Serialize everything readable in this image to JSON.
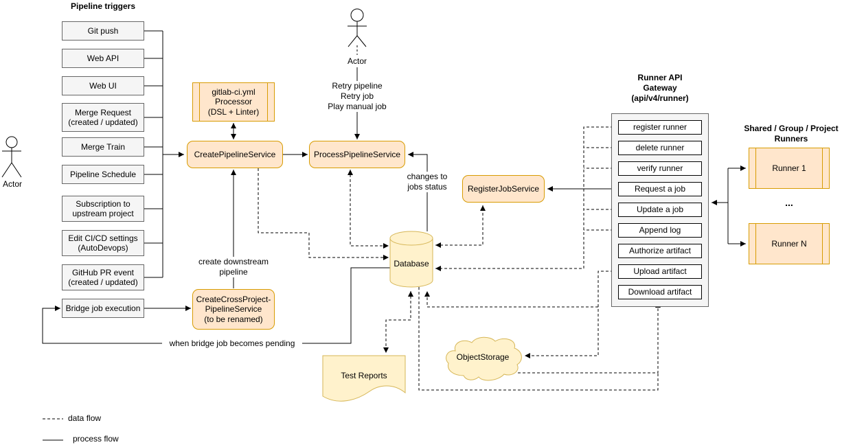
{
  "triggers": {
    "title": "Pipeline triggers",
    "items": [
      "Git push",
      "Web API",
      "Web UI",
      "Merge Request\n(created / updated)",
      "Merge Train",
      "Pipeline Schedule",
      "Subscription to\nupstream project",
      "Edit CI/CD settings\n(AutoDevops)",
      "GitHub PR event\n(created / updated)"
    ],
    "bridge_job": "Bridge job execution"
  },
  "actors": {
    "left_label": "Actor",
    "top_label": "Actor"
  },
  "services": {
    "processor": "gitlab-ci.yml\nProcessor\n(DSL + Linter)",
    "create_pipeline": "CreatePipelineService",
    "process_pipeline": "ProcessPipelineService",
    "register_job": "RegisterJobService",
    "cross_project": "CreateCrossProject-\nPipelineService\n(to be renamed)"
  },
  "storage": {
    "database": "Database",
    "object_storage": "ObjectStorage",
    "test_reports": "Test Reports"
  },
  "gateway": {
    "title": "Runner API\nGateway\n(api/v4/runner)",
    "endpoints": [
      "register runner",
      "delete runner",
      "verify runner",
      "Request a job",
      "Update a job",
      "Append log",
      "Authorize artifact",
      "Upload artifact",
      "Download artifact"
    ]
  },
  "runners": {
    "title": "Shared / Group / Project\nRunners",
    "runner_1": "Runner 1",
    "ellipsis": "...",
    "runner_n": "Runner N"
  },
  "edge_labels": {
    "retry_actions": "Retry pipeline\nRetry job\nPlay manual job",
    "changes_to_jobs_status": "changes to\njobs status",
    "create_downstream": "create downstream\npipeline",
    "bridge_pending": "when bridge job becomes pending"
  },
  "legend": {
    "data_flow": "data flow",
    "process_flow": "process flow"
  },
  "colors": {
    "service_fill": "#ffe6cc",
    "service_stroke": "#d79b00",
    "storage_fill": "#fff2cc",
    "storage_stroke": "#d6b656",
    "trigger_fill": "#f5f5f5",
    "trigger_stroke": "#666666",
    "line": "#000000"
  }
}
